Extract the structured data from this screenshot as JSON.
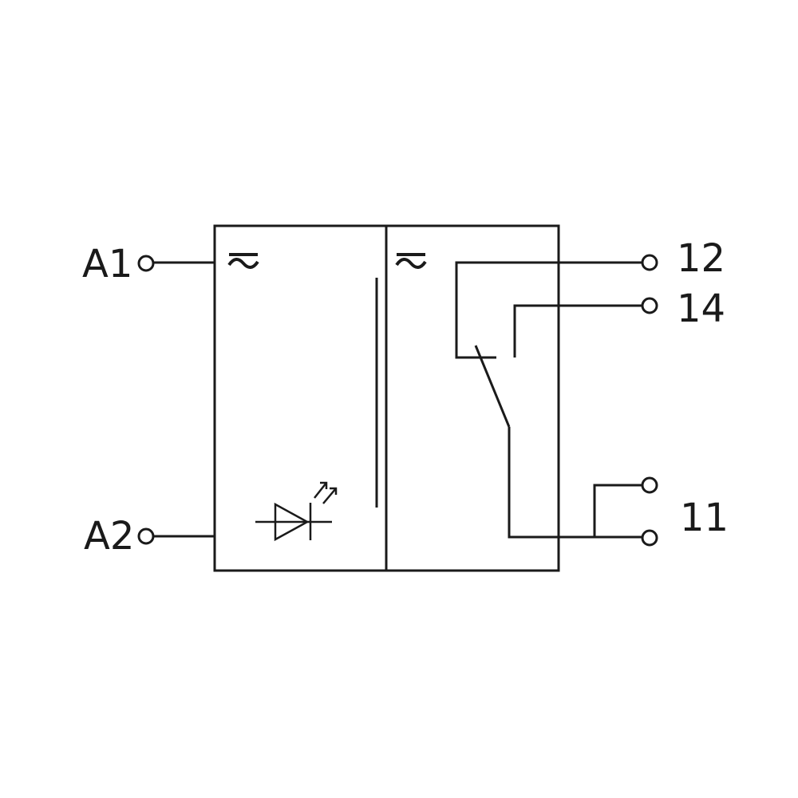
{
  "terminals": {
    "a1": "A1",
    "a2": "A2",
    "t12": "12",
    "t14": "14",
    "t11": "11"
  },
  "colors": {
    "line": "#1a1a1a",
    "background": "#ffffff"
  },
  "icons": {
    "ac_dc_symbol": "ac-dc-icon",
    "led": "led-diode-icon",
    "switch": "changeover-contact-icon"
  }
}
